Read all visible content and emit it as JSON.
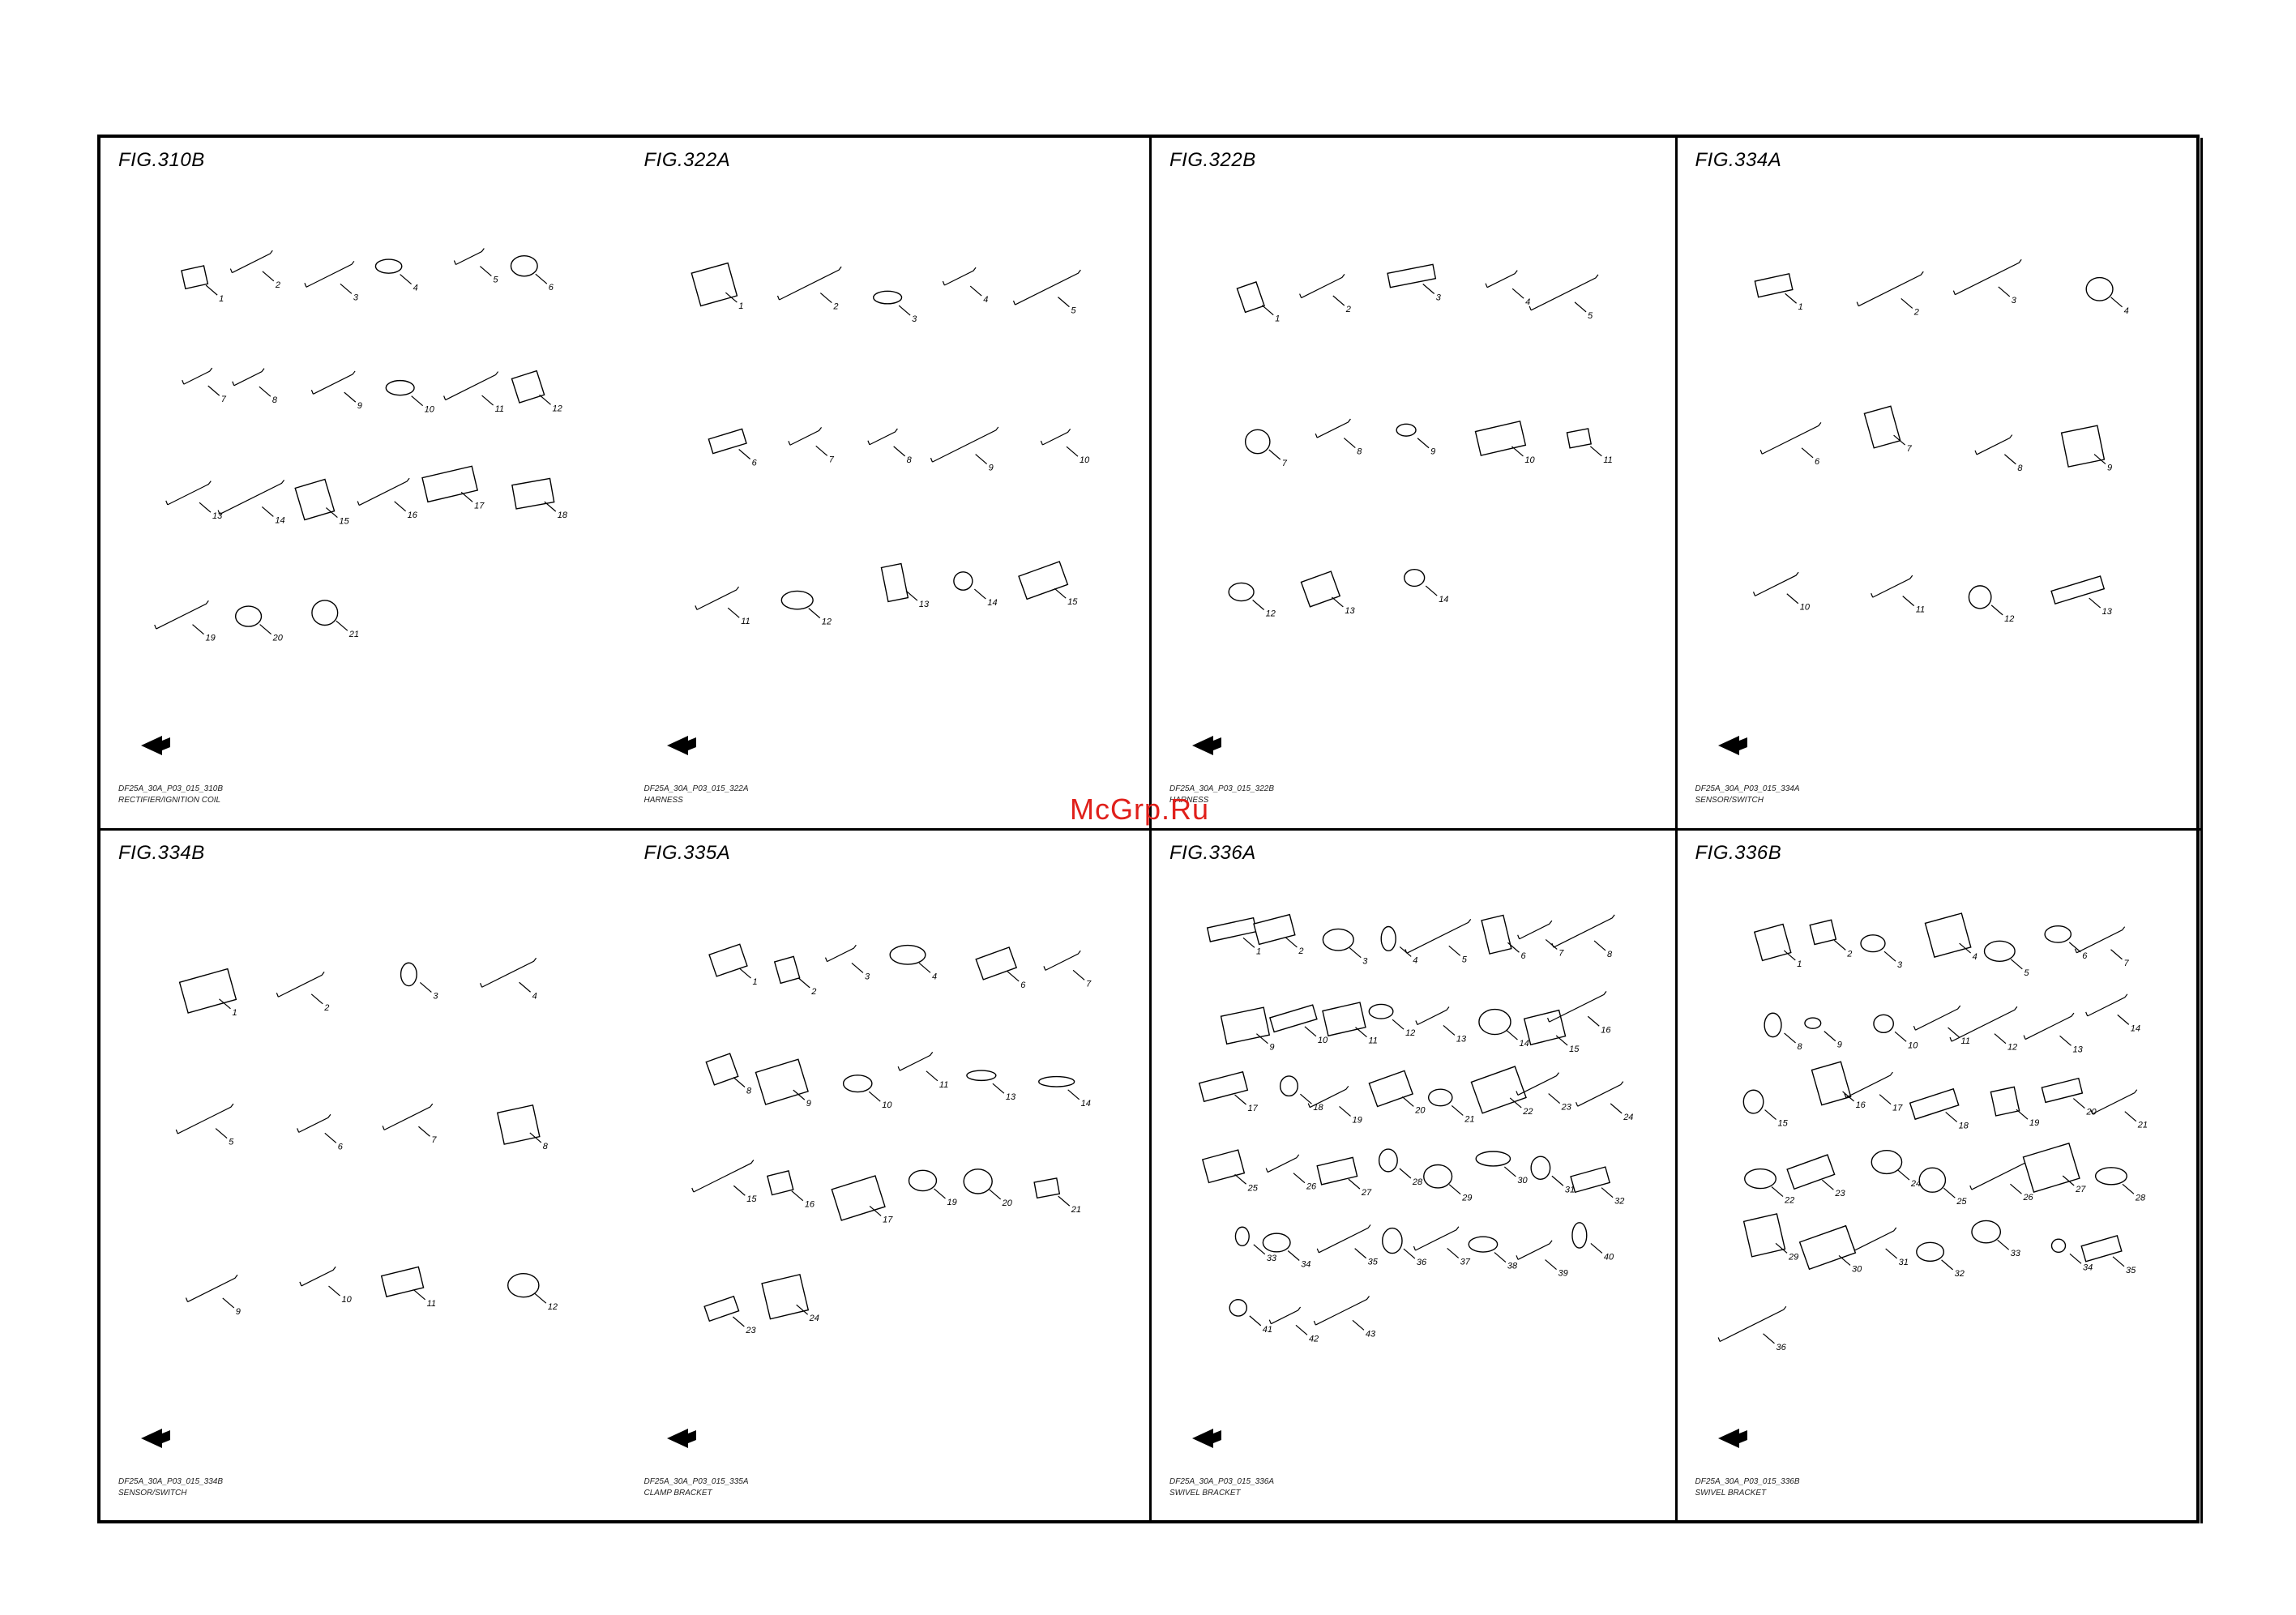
{
  "watermark": "McGrp.Ru",
  "panels": [
    {
      "title": "FIG.310B",
      "code": "DF25A_30A_P03_015_310B",
      "caption": "RECTIFIER/IGNITION COIL",
      "parts": [
        "1",
        "2",
        "3",
        "4",
        "5",
        "6",
        "7",
        "8",
        "9",
        "10",
        "11",
        "12",
        "13",
        "14",
        "15",
        "16",
        "17",
        "18",
        "19",
        "20",
        "21"
      ]
    },
    {
      "title": "FIG.322A",
      "code": "DF25A_30A_P03_015_322A",
      "caption": "HARNESS",
      "parts": [
        "1",
        "2",
        "3",
        "4",
        "5",
        "6",
        "7",
        "8",
        "9",
        "10",
        "11",
        "12",
        "13",
        "14",
        "15"
      ]
    },
    {
      "title": "FIG.322B",
      "code": "DF25A_30A_P03_015_322B",
      "caption": "HARNESS",
      "parts": [
        "1",
        "2",
        "3",
        "4",
        "5",
        "7",
        "8",
        "9",
        "10",
        "11",
        "12",
        "13",
        "14"
      ]
    },
    {
      "title": "FIG.334A",
      "code": "DF25A_30A_P03_015_334A",
      "caption": "SENSOR/SWITCH",
      "parts": [
        "1",
        "2",
        "3",
        "4",
        "6",
        "7",
        "8",
        "9",
        "10",
        "11",
        "12",
        "13"
      ]
    },
    {
      "title": "FIG.334B",
      "code": "DF25A_30A_P03_015_334B",
      "caption": "SENSOR/SWITCH",
      "parts": [
        "1",
        "2",
        "3",
        "4",
        "5",
        "6",
        "7",
        "8",
        "9",
        "10",
        "11",
        "12"
      ]
    },
    {
      "title": "FIG.335A",
      "code": "DF25A_30A_P03_015_335A",
      "caption": "CLAMP BRACKET",
      "parts": [
        "1",
        "2",
        "3",
        "4",
        "6",
        "7",
        "8",
        "9",
        "10",
        "11",
        "13",
        "14",
        "15",
        "16",
        "17",
        "19",
        "20",
        "21",
        "23",
        "24"
      ]
    },
    {
      "title": "FIG.336A",
      "code": "DF25A_30A_P03_015_336A",
      "caption": "SWIVEL BRACKET",
      "parts": [
        "1",
        "2",
        "3",
        "4",
        "5",
        "6",
        "7",
        "8",
        "9",
        "10",
        "11",
        "12",
        "13",
        "14",
        "15",
        "16",
        "17",
        "18",
        "19",
        "20",
        "21",
        "22",
        "23",
        "24",
        "25",
        "26",
        "27",
        "28",
        "29",
        "30",
        "31",
        "32",
        "33",
        "34",
        "35",
        "36",
        "37",
        "38",
        "39",
        "40",
        "41",
        "42",
        "43"
      ]
    },
    {
      "title": "FIG.336B",
      "code": "DF25A_30A_P03_015_336B",
      "caption": "SWIVEL BRACKET",
      "parts": [
        "1",
        "2",
        "3",
        "4",
        "5",
        "6",
        "7",
        "8",
        "9",
        "10",
        "11",
        "12",
        "13",
        "14",
        "15",
        "16",
        "17",
        "18",
        "19",
        "20",
        "21",
        "22",
        "23",
        "24",
        "25",
        "26",
        "27",
        "28",
        "29",
        "30",
        "31",
        "32",
        "33",
        "34",
        "35",
        "36"
      ]
    }
  ]
}
